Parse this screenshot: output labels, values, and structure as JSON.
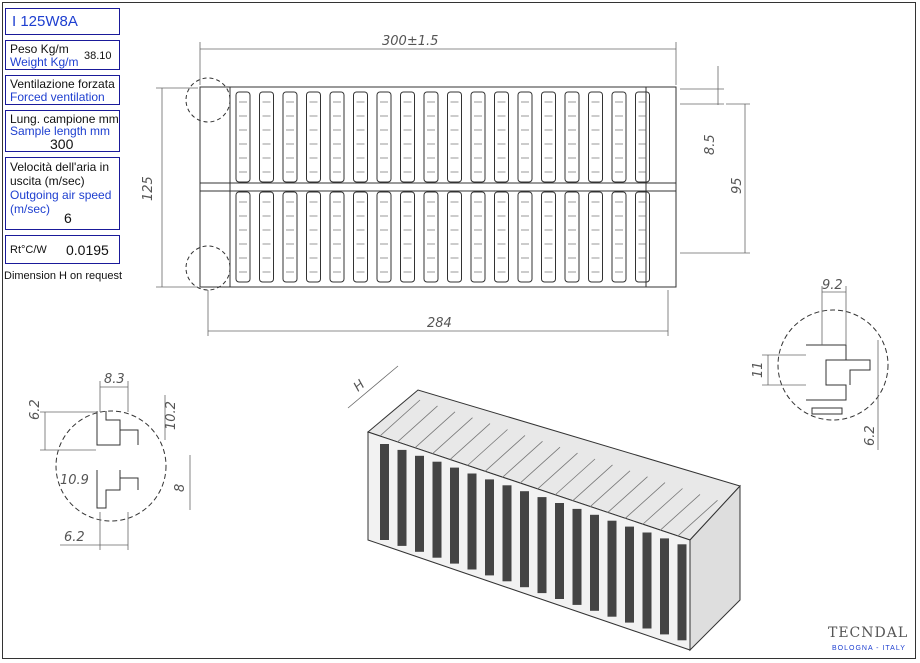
{
  "product": {
    "code": "I 125W8A"
  },
  "specs": {
    "weight_label_it": "Peso Kg/m",
    "weight_label_en": "Weight Kg/m",
    "weight_value": "38.10",
    "vent_label_it": "Ventilazione forzata",
    "vent_label_en": "Forced ventilation",
    "length_label_it": "Lung. campione mm",
    "length_label_en": "Sample length mm",
    "length_value": "300",
    "air_label_it_1": "Velocità dell'aria in",
    "air_label_it_2": "uscita (m/sec)",
    "air_label_en_1": "Outgoing air speed",
    "air_label_en_2": "(m/sec)",
    "air_value": "6",
    "rt_label": "Rt°C/W",
    "rt_value": "0.0195",
    "note": "Dimension H on request"
  },
  "dimensions": {
    "width_top": "300±1.5",
    "width_bottom": "284",
    "height_left": "125",
    "right_small": "8.5",
    "right_large": "95",
    "detail_right_top": "9.2",
    "detail_right_left": "11",
    "detail_right_bottom": "6.2",
    "detail_left_top": "8.3",
    "detail_left_right": "10.2",
    "detail_left_upper": "6.2",
    "detail_left_mid": "10.9",
    "detail_left_small": "8",
    "detail_left_bottom": "6.2",
    "iso_label": "H"
  },
  "logo": {
    "name": "TECNDAL",
    "sub": "BOLOGNA - ITALY",
    "accent": "#1e3fd0"
  }
}
